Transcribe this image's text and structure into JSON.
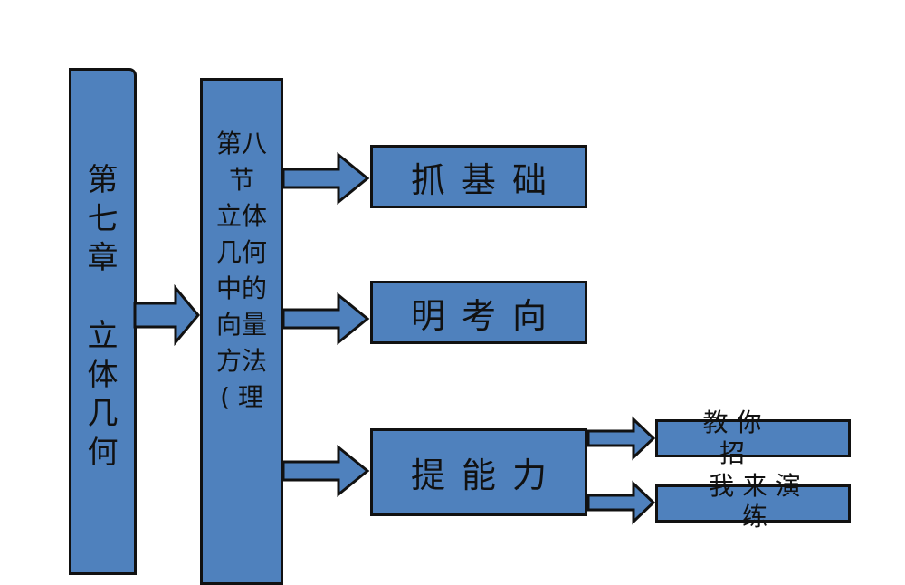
{
  "diagram": {
    "chapter_label": "第\n七\n章\n\n立\n体\n几\n何",
    "section_label": "第八\n节\n立体\n几何\n中的\n向量\n方法\n( 理",
    "nodes": {
      "basics": "抓基础",
      "exam_direction": "明考向",
      "improve_ability": "提能力",
      "teach_tips": "教 你\n招",
      "practice": "我 来 演\n练"
    },
    "colors": {
      "box_fill": "#4f81bd",
      "border": "#111111"
    }
  }
}
